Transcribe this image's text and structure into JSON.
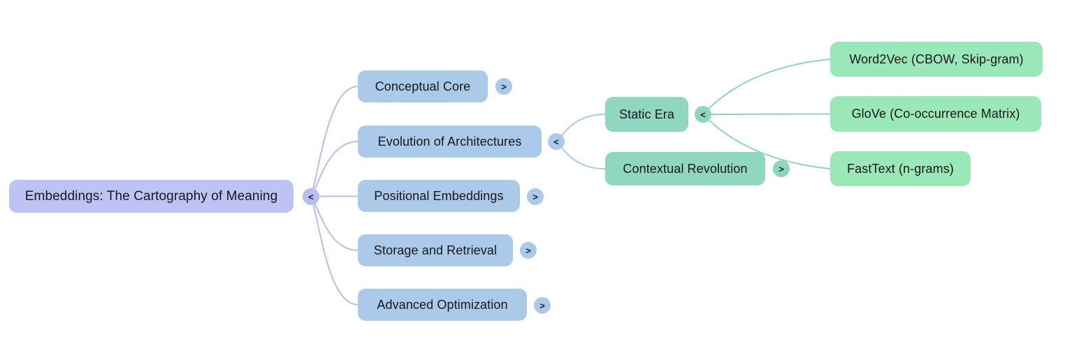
{
  "colors": {
    "fill_root": "#bec3f6",
    "fill_blue": "#abc9e9",
    "fill_teal": "#90d7c2",
    "fill_green": "#9ae8b8",
    "line_purple": "#b7bcf3",
    "line_blue": "#a9c8e9",
    "line_teal": "#8ed5c0",
    "text_color": "#17181a"
  },
  "mindmap": {
    "root": {
      "label": "Embeddings: The Cartography of Meaning",
      "toggle": "<",
      "children": [
        {
          "label": "Conceptual Core",
          "toggle": ">"
        },
        {
          "label": "Evolution of Architectures",
          "toggle": "<",
          "children": [
            {
              "label": "Static Era",
              "toggle": "<",
              "children": [
                {
                  "label": "Word2Vec (CBOW, Skip-gram)"
                },
                {
                  "label": "GloVe (Co-occurrence Matrix)"
                },
                {
                  "label": "FastText (n-grams)"
                }
              ]
            },
            {
              "label": "Contextual Revolution",
              "toggle": ">"
            }
          ]
        },
        {
          "label": "Positional Embeddings",
          "toggle": ">"
        },
        {
          "label": "Storage and Retrieval",
          "toggle": ">"
        },
        {
          "label": "Advanced Optimization",
          "toggle": ">"
        }
      ]
    }
  }
}
